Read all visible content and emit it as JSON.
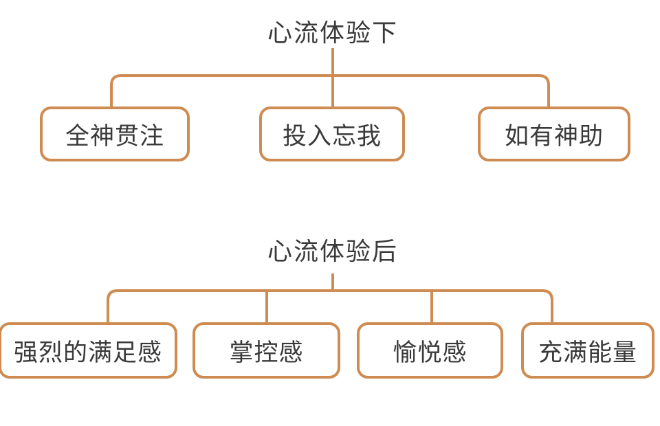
{
  "colors": {
    "line": "#CE8C52",
    "text": "#3A3A3A",
    "background": "#FFFFFF"
  },
  "diagram": {
    "type": "tree",
    "trees": [
      {
        "title": "心流体验下",
        "children": [
          "全神贯注",
          "投入忘我",
          "如有神助"
        ]
      },
      {
        "title": "心流体验后",
        "children": [
          "强烈的满足感",
          "掌控感",
          "愉悦感",
          "充满能量"
        ]
      }
    ]
  }
}
